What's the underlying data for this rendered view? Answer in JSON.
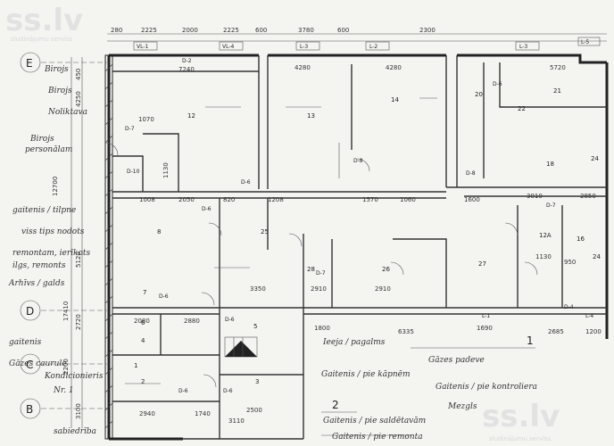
{
  "watermarks": {
    "top_left": "ss.lv",
    "top_left_sub": "sludinājumu serviss",
    "bottom_right": "ss.lv",
    "bottom_right_sub": "sludinājumu serviss"
  },
  "axes": [
    "E",
    "D",
    "C",
    "B"
  ],
  "top_dims": [
    "280",
    "2225",
    "2000",
    "2225",
    "600",
    "3780",
    "600",
    "2300"
  ],
  "column_labels": [
    "VL-1",
    "VL-4",
    "L-3",
    "L-2",
    "L-3",
    "L-5"
  ],
  "doors": [
    "D-2",
    "D-6",
    "D-7",
    "D-10",
    "D-6",
    "D-8",
    "D-8",
    "D-6",
    "D-7",
    "D-7",
    "D-6",
    "D-6",
    "D-6",
    "D-6",
    "D-4",
    "L-1",
    "L-4"
  ],
  "rooms": [
    "12",
    "13",
    "14",
    "20",
    "21",
    "22",
    "24",
    "25",
    "27",
    "26",
    "28",
    "7",
    "8",
    "4",
    "6",
    "5",
    "3",
    "2",
    "1",
    "12A",
    "16",
    "18",
    "24"
  ],
  "section_markers": [
    "1",
    "2"
  ],
  "handwritten": [
    "Birojs",
    "Birojs",
    "Noliktava",
    "Birojs",
    "personālam",
    "gaitenis / tilpne",
    "viss tips nodots",
    "remontam, ierīkots",
    "ilgs, remonts",
    "Arhīvs / galds",
    "gaitenis",
    "Gāzes caurule",
    "Kondicionieris",
    "Nr. 1",
    "sabiedrība",
    "Gaitenis / pie saldētavām",
    "Gaitenis / pie remonta",
    "Gaitenis / pie kāpnēm",
    "Ieeja / pagalms",
    "Gāzes padeve",
    "Gaitenis / pie kontroliera",
    "Mezgls"
  ],
  "left_dims": [
    "450",
    "4250",
    "12700",
    "17410",
    "5120",
    "2720",
    "2200",
    "3100"
  ],
  "bottom_dims": [
    "2940",
    "1740",
    "3110",
    "2500",
    "6335",
    "2685",
    "1200"
  ],
  "interior_dims": [
    "7240",
    "4280",
    "4280",
    "5720",
    "1070",
    "1130",
    "1008",
    "2050",
    "820",
    "1208",
    "1570",
    "1060",
    "1600",
    "3010",
    "2850",
    "1130",
    "950",
    "3350",
    "2910",
    "2910",
    "2080",
    "2880",
    "1800",
    "1690"
  ]
}
